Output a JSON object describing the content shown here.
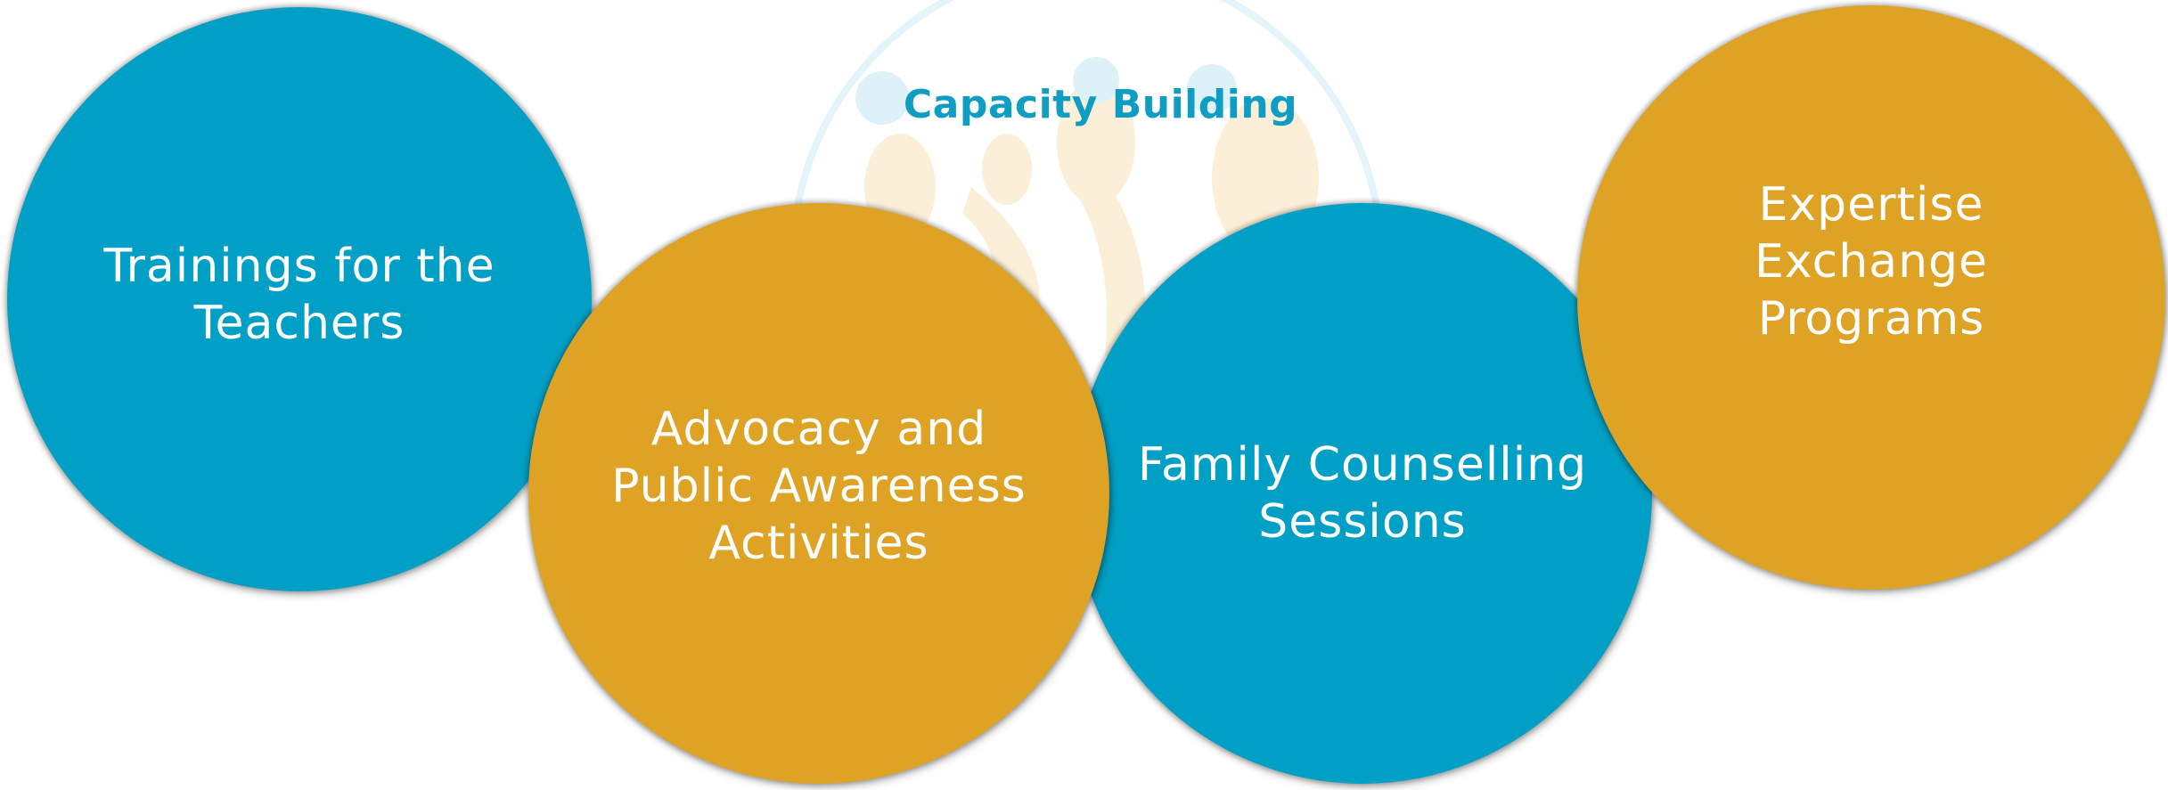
{
  "title": "Capacity Building",
  "colors": {
    "blue": "#00A0C6",
    "gold": "#DEA325",
    "title": "#109DC4",
    "emblem_ring": "#E3F4FA",
    "emblem_figures": "#FBEFD8"
  },
  "bubbles": [
    {
      "label": "Trainings for the Teachers",
      "color": "blue"
    },
    {
      "label": "Advocacy and Public Awareness Activities",
      "color": "gold"
    },
    {
      "label": "Family Counselling Sessions",
      "color": "blue"
    },
    {
      "label": "Expertise Exchange Programs",
      "color": "gold"
    }
  ]
}
